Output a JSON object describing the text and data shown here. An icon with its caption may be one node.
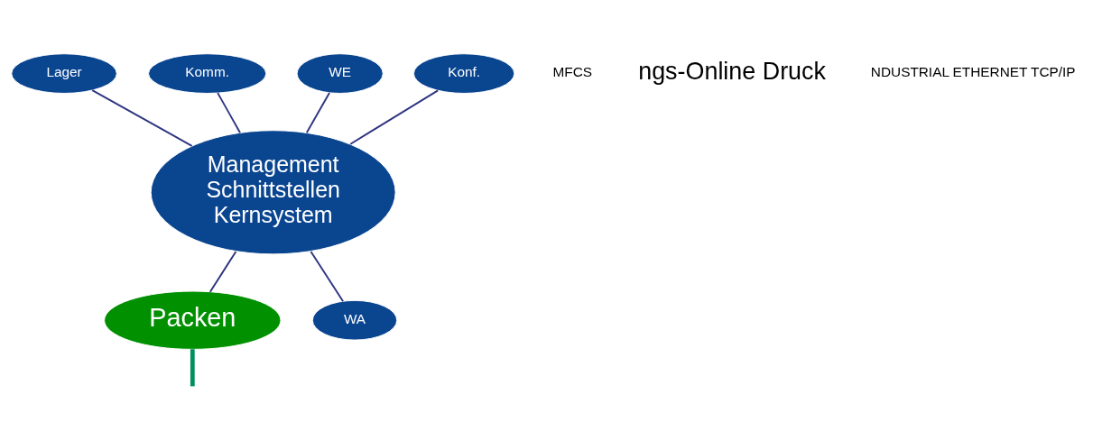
{
  "diagram": {
    "nodes": [
      {
        "text": [
          "Lager"
        ]
      },
      {
        "text": [
          "Komm."
        ]
      },
      {
        "text": [
          "WE"
        ]
      },
      {
        "text": [
          "Konf."
        ]
      },
      {
        "text": [
          "Management",
          "Schnittstellen",
          "Kernsystem"
        ]
      },
      {
        "text": [
          "Packen"
        ]
      },
      {
        "text": [
          "WA"
        ]
      }
    ],
    "edges": [
      {
        "from": 2,
        "to": 4,
        "arrow": "none"
      },
      {
        "from": 0,
        "to": 4,
        "arrow": "none"
      },
      {
        "from": 1,
        "to": 4,
        "arrow": "none"
      },
      {
        "from": 3,
        "to": 4,
        "arrow": "none"
      },
      {
        "from": 4,
        "to": 5,
        "arrow": "none"
      },
      {
        "from": 4,
        "to": 6,
        "arrow": "none"
      },
      {
        "from": 5,
        "to": null,
        "arrow": "none",
        "style": "thick",
        "color": "#009060"
      }
    ],
    "labels": [
      "MFCS",
      "ngs-Online Druck",
      "NDUSTRIAL ETHERNET TCP/IP"
    ]
  }
}
